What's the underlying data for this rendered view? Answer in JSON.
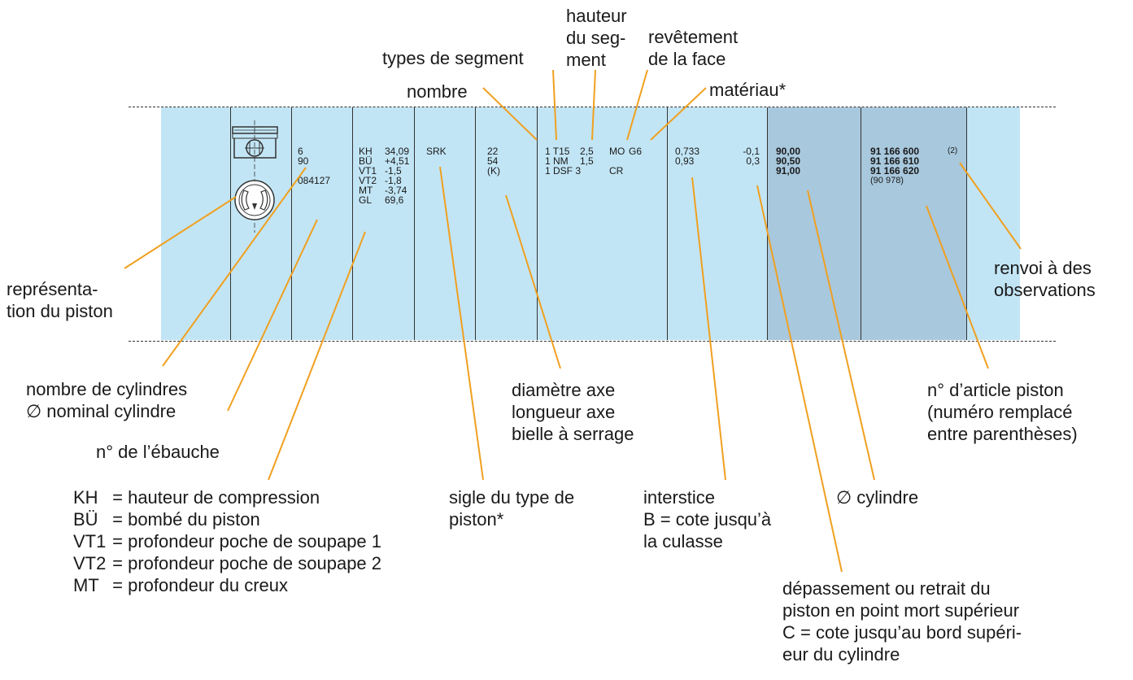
{
  "top_labels": {
    "types_segment": "types de segment",
    "hauteur_segment": [
      "hauteur",
      "du seg-",
      "ment"
    ],
    "revetement": [
      "revêtement",
      "de la face"
    ],
    "nombre": "nombre",
    "materiau": "matériau*"
  },
  "left_labels": {
    "representation": [
      "représenta-",
      "tion du piston"
    ],
    "cylindres": [
      "nombre de cylindres",
      "∅ nominal cylindre"
    ],
    "ebauche": "n° de l’ébauche"
  },
  "bottom_labels": {
    "sigle": [
      "sigle du type de",
      "piston*"
    ],
    "axe": [
      "diamètre axe",
      "longueur axe",
      "bielle à serrage"
    ],
    "interstice": [
      "interstice",
      "B = cote jusqu’à",
      "la culasse"
    ],
    "cylindre": "∅ cylindre",
    "depassement": [
      "dépassement ou retrait du",
      "piston en point mort supérieur",
      "C = cote jusqu’au bord supéri-",
      "eur du cylindre"
    ],
    "article": [
      "n° d’article piston",
      "(numéro remplacé",
      "entre parenthèses)"
    ],
    "renvoi": [
      "renvoi à des",
      "observations"
    ]
  },
  "abbreviations": [
    {
      "key": "KH",
      "text": "= hauteur de compression"
    },
    {
      "key": "BÜ",
      "text": "= bombé du piston"
    },
    {
      "key": "VT1",
      "text": "= profondeur poche de soupape 1"
    },
    {
      "key": "VT2",
      "text": "= profondeur poche de soupape 2"
    },
    {
      "key": "MT",
      "text": "= profondeur du creux"
    }
  ],
  "table": {
    "cylinders": [
      "6",
      "90",
      "",
      "084127"
    ],
    "dims_keys": [
      "KH",
      "BÜ",
      "VT1",
      "VT2",
      "MT",
      "GL"
    ],
    "dims_values": [
      "34,09",
      "+4,51",
      "-1,5",
      "-1,8",
      "-3,74",
      "69,6"
    ],
    "piston_type": "SRK",
    "pin": [
      "22",
      "54",
      "(K)"
    ],
    "rings": [
      "1 T15",
      "1 NM",
      "1 DSF 3"
    ],
    "ring_heights": [
      "2,5",
      "1,5",
      ""
    ],
    "ring_coating": [
      "MO",
      "",
      "CR"
    ],
    "ring_material": "G6",
    "clearance": [
      "0,733",
      "0,93"
    ],
    "protrusion": [
      "-0,1",
      "0,3"
    ],
    "bore": [
      "90,00",
      "90,50",
      "91,00"
    ],
    "article": [
      "91 166 600",
      "91 166 610",
      "91 166 620"
    ],
    "article_replaced": "(90 978)",
    "remark": "(2)"
  },
  "colors": {
    "band": "#c2e5f5",
    "band_dark": "#a8c8dd",
    "leader": "#f0a020"
  }
}
